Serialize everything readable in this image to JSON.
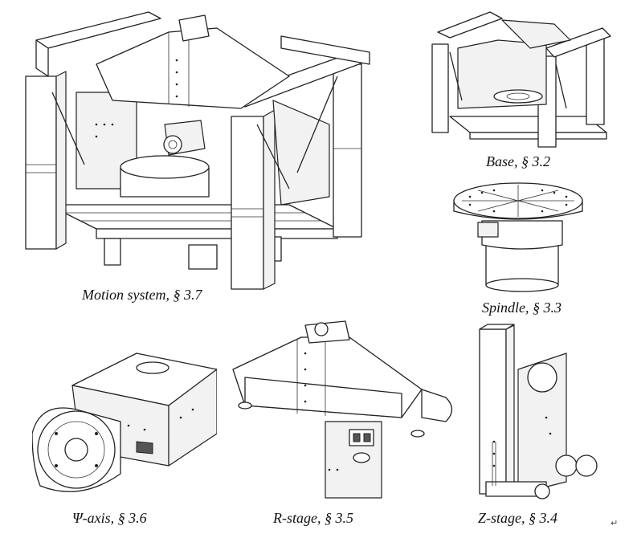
{
  "captions": {
    "motion_system": "Motion system, § 3.7",
    "base": "Base, § 3.2",
    "spindle": "Spindle, § 3.3",
    "psi_axis": "Ψ-axis, § 3.6",
    "r_stage": "R-stage, § 3.5",
    "z_stage": "Z-stage, § 3.4"
  },
  "return_mark": "↵"
}
